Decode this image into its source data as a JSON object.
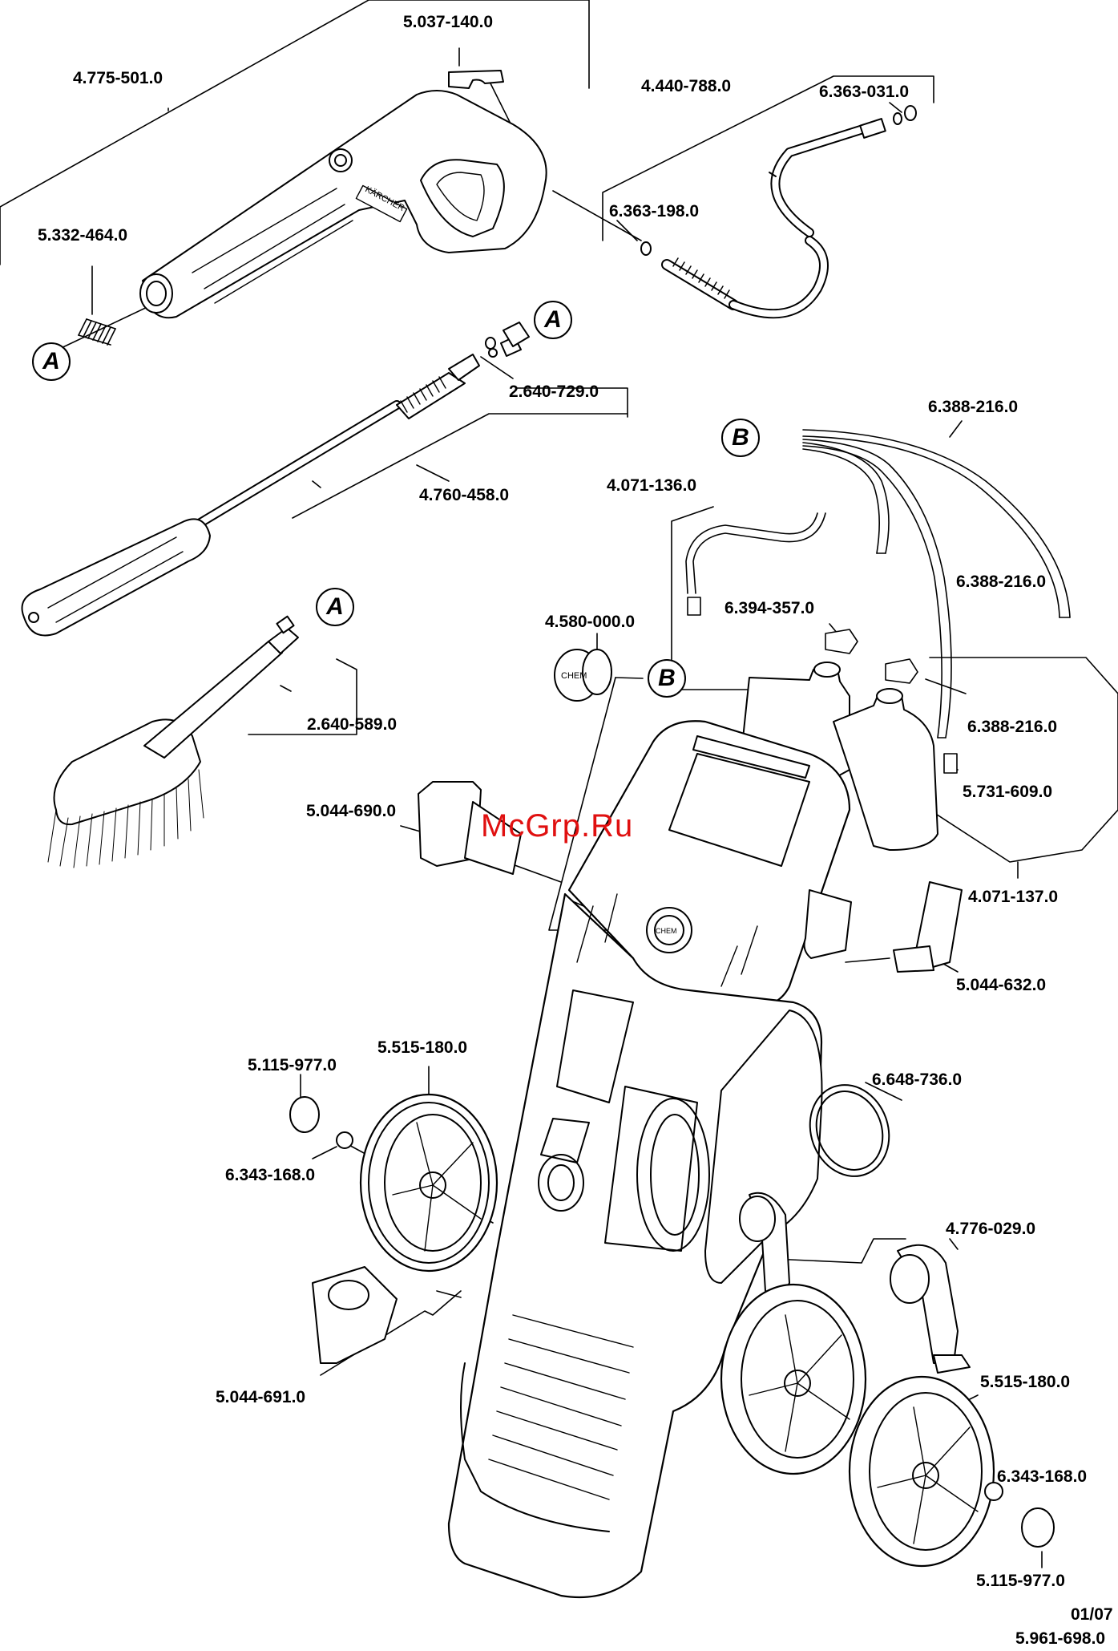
{
  "parts": {
    "p_4775_501": "4.775-501.0",
    "p_5037_140": "5.037-140.0",
    "p_4440_788": "4.440-788.0",
    "p_6363_031": "6.363-031.0",
    "p_6363_198": "6.363-198.0",
    "p_5332_464": "5.332-464.0",
    "p_2640_729": "2.640-729.0",
    "p_4760_458": "4.760-458.0",
    "p_6388_216_a": "6.388-216.0",
    "p_4071_136": "4.071-136.0",
    "p_6388_216_b": "6.388-216.0",
    "p_6394_357": "6.394-357.0",
    "p_4580_000": "4.580-000.0",
    "p_6388_216_c": "6.388-216.0",
    "p_2640_589": "2.640-589.0",
    "p_5731_609": "5.731-609.0",
    "p_5044_690": "5.044-690.0",
    "p_4071_137": "4.071-137.0",
    "p_5044_632": "5.044-632.0",
    "p_5115_977_a": "5.115-977.0",
    "p_5515_180_a": "5.515-180.0",
    "p_6648_736": "6.648-736.0",
    "p_6343_168_a": "6.343-168.0",
    "p_4776_029": "4.776-029.0",
    "p_5044_691": "5.044-691.0",
    "p_5515_180_b": "5.515-180.0",
    "p_6343_168_b": "6.343-168.0",
    "p_5115_977_b": "5.115-977.0"
  },
  "markers": {
    "a": "A",
    "b": "B"
  },
  "brand_text": "KÄRCHER",
  "chem_text": "CHEM",
  "watermark": "McGrp.Ru",
  "footer": {
    "date": "01/07",
    "doc_number": "5.961-698.0"
  },
  "colors": {
    "line": "#000000",
    "watermark": "#e01010",
    "background": "#ffffff"
  }
}
